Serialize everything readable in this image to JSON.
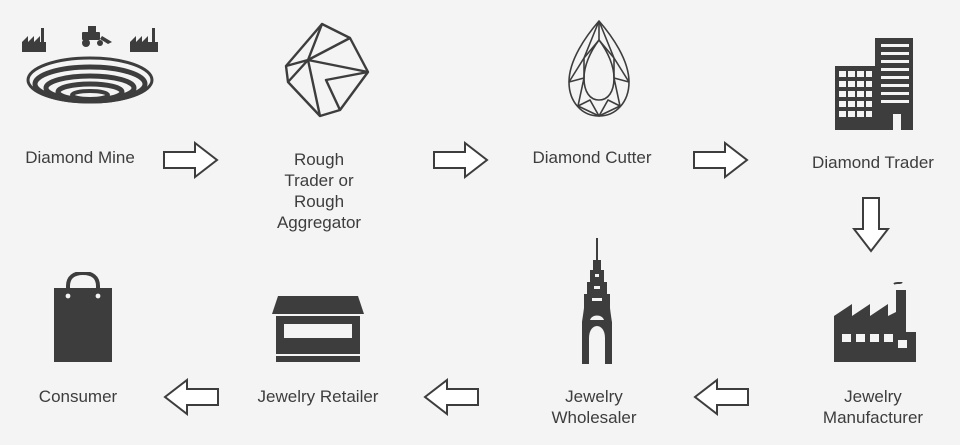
{
  "colors": {
    "background": "#f4f4f4",
    "icon": "#3d3d3d",
    "text": "#3d3d3d",
    "arrow_fill": "#ffffff"
  },
  "steps": [
    {
      "label": "Diamond Mine",
      "icon": "open-pit-mine-icon"
    },
    {
      "label": "Rough Trader or\nRough Aggregator",
      "icon": "rough-diamond-icon"
    },
    {
      "label": "Diamond Cutter",
      "icon": "cut-diamond-icon"
    },
    {
      "label": "Diamond Trader",
      "icon": "office-building-icon"
    },
    {
      "label": "Jewelry\nManufacturer",
      "icon": "factory-icon"
    },
    {
      "label": "Jewelry\nWholesaler",
      "icon": "skyscraper-icon"
    },
    {
      "label": "Jewelry Retailer",
      "icon": "storefront-icon"
    },
    {
      "label": "Consumer",
      "icon": "shopping-bag-icon"
    }
  ]
}
